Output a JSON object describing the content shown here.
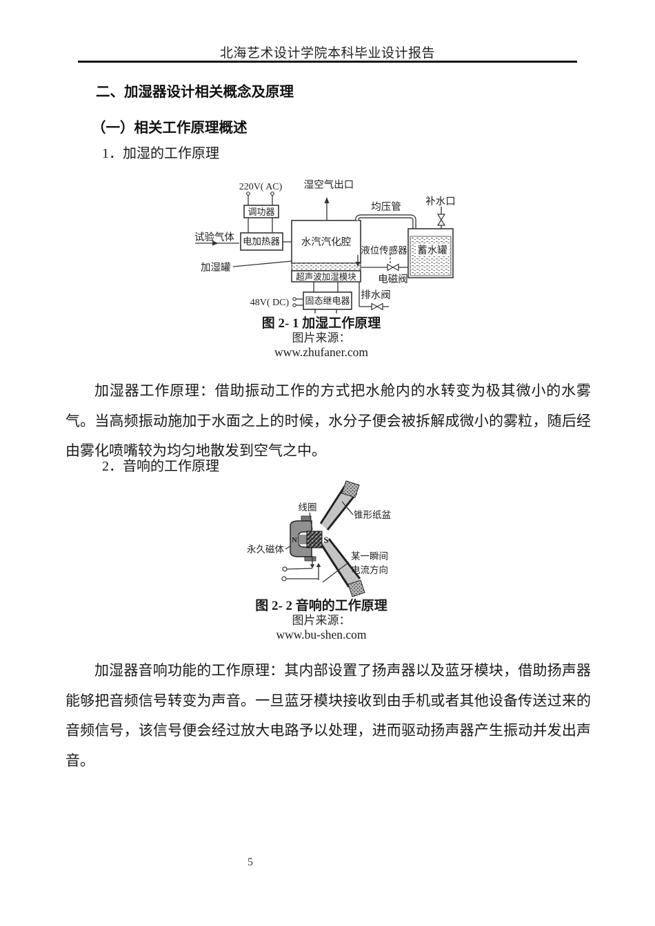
{
  "page": {
    "header_title": "北海艺术设计学院本科毕业设计报告",
    "page_number": "5"
  },
  "headings": {
    "section": "二、加湿器设计相关概念及原理",
    "subsection": "（一）相关工作原理概述",
    "item1": "1．加湿的工作原理",
    "item2": "2．音响的工作原理"
  },
  "paragraphs": {
    "p1": "加湿器工作原理：借助振动工作的方式把水舱内的水转变为极其微小的水雾气。当高频振动施加于水面之上的时候，水分子便会被拆解成微小的雾粒，随后经由雾化喷嘴较为均匀地散发到空气之中。",
    "p2": "加湿器音响功能的工作原理：其内部设置了扬声器以及蓝牙模块，借助扬声器能够把音频信号转变为声音。一旦蓝牙模块接收到由手机或者其他设备传送过来的音频信号，该信号便会经过放大电路予以处理，进而驱动扬声器产生振动并发出声音。"
  },
  "figure1": {
    "caption": "图 2- 1 加湿工作原理",
    "source_label": "图片来源：",
    "source_url": "www.zhufaner.com",
    "labels": {
      "power_ac": "220V( AC)",
      "regulator": "调功器",
      "test_gas": "试验气体",
      "heater": "电加热器",
      "vapor_chamber": "水汽汽化腔",
      "wet_air_outlet": "湿空气出口",
      "humid_tank": "加湿罐",
      "ultrasonic_module": "超声波加湿模块",
      "power_dc": "48V( DC)",
      "relay": "固态继电器",
      "pressure_pipe": "均压管",
      "water_inlet": "补水口",
      "level_sensor": "液位传感器",
      "storage_tank": "蓄水罐",
      "solenoid_valve": "电磁阀",
      "drain_valve": "排水阀"
    }
  },
  "figure2": {
    "caption": "图 2- 2 音响的工作原理",
    "source_label": "图片来源：",
    "source_url": "www.bu-shen.com",
    "labels": {
      "coil": "线圈",
      "cone": "锥形纸盆",
      "magnet": "永久磁体",
      "current_line1": "某一瞬间",
      "current_line2": "电流方向",
      "pole_n": "N",
      "pole_s": "S"
    }
  }
}
